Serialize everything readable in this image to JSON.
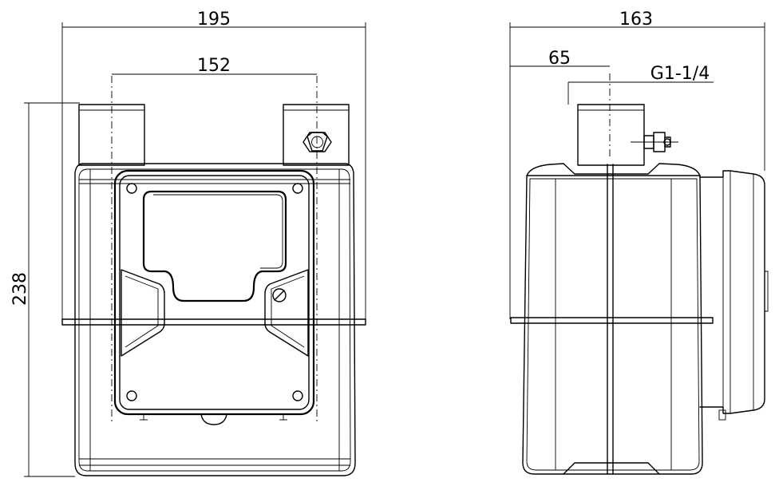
{
  "dimensions": {
    "front_width": "195",
    "inlet_spacing": "152",
    "height": "238",
    "side_depth": "163",
    "side_offset": "65",
    "thread": "G1-1/4"
  }
}
